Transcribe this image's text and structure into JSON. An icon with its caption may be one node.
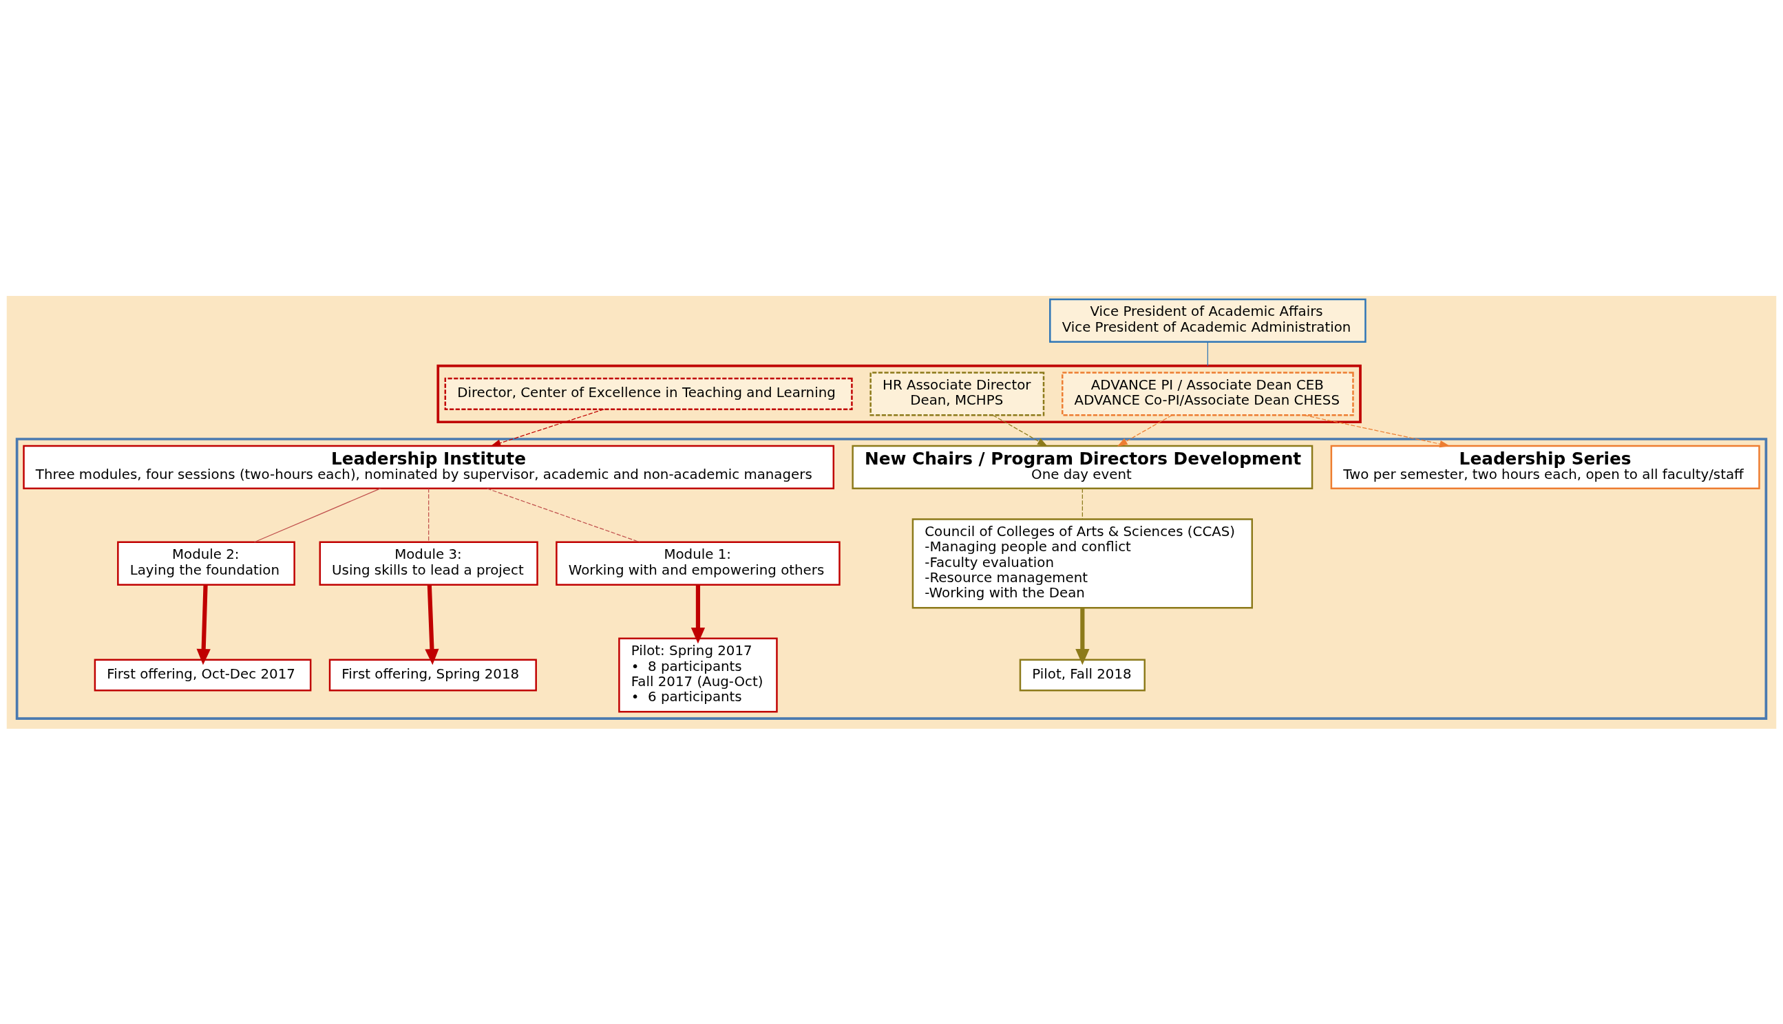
{
  "diagram": {
    "nodes": [
      {
        "text": [
          "Vice President of Academic Affairs",
          "Vice President of Academic Administration"
        ]
      },
      {
        "text": [],
        "shape": "box"
      },
      {
        "text": [
          "ADVANCE PI / Associate Dean CEB",
          "ADVANCE Co-PI/Associate Dean CHESS"
        ],
        "in": 1
      },
      {
        "text": [
          "Director, Center of Excellence in Teaching and Learning"
        ],
        "in": 1
      },
      {
        "text": [
          "HR Associate Director",
          "Dean, MCHPS"
        ],
        "in": 1
      },
      {
        "text": [],
        "shape": "box"
      },
      {
        "text": [
          "Leadership Series",
          "Two per semester, two hours each, open to all faculty/staff"
        ],
        "in": 5
      },
      {
        "text": [
          "Leadership Institute",
          "Three modules, four sessions (two-hours each), nominated by supervisor, academic and non-academic managers"
        ],
        "in": 5
      },
      {
        "text": [
          "New Chairs / Program Directors Development",
          "One day event"
        ],
        "in": 5
      },
      {
        "text": [
          "Module 1:",
          "Working with and empowering others"
        ],
        "in": 5
      },
      {
        "text": [
          "Module 2:",
          "Laying the foundation"
        ],
        "in": 5
      },
      {
        "text": [
          "Module 3:",
          "Using skills to lead a project"
        ],
        "in": 5
      },
      {
        "text": [
          "Pilot: Spring 2017",
          "•  8 participants",
          "Fall 2017 (Aug-Oct)",
          "•  6 participants"
        ],
        "in": 5
      },
      {
        "text": [
          "First offering, Oct-Dec 2017"
        ],
        "in": 5
      },
      {
        "text": [
          "First offering, Spring 2018"
        ],
        "in": 5
      },
      {
        "text": [
          "Council of Colleges of Arts & Sciences (CCAS)",
          "-Managing people and conflict",
          "-Faculty evaluation",
          "-Resource management",
          "-Working with the Dean"
        ],
        "in": 5
      },
      {
        "text": [
          "Pilot, Fall 2018"
        ],
        "in": 5
      }
    ],
    "edges": [
      {
        "from": 0,
        "to": 1,
        "arrow": "none",
        "color": "#2e75b6"
      },
      {
        "from": 2,
        "to": 6,
        "arrow": "to",
        "style": "dashed",
        "color": "#ed7d31"
      },
      {
        "from": 2,
        "to": 8,
        "arrow": "to",
        "style": "dashed",
        "color": "#ed7d31"
      },
      {
        "from": 3,
        "to": 7,
        "arrow": "to",
        "style": "dashed",
        "color": "#c00000"
      },
      {
        "from": 4,
        "to": 8,
        "arrow": "to",
        "style": "dashed",
        "color": "#8c7a1a"
      },
      {
        "from": 7,
        "to": 9,
        "arrow": "none",
        "style": "dashed",
        "color": "#c0504d"
      },
      {
        "from": 7,
        "to": 10,
        "arrow": "none",
        "color": "#c0504d"
      },
      {
        "from": 7,
        "to": 11,
        "arrow": "none",
        "style": "dashed",
        "color": "#c0504d"
      },
      {
        "from": 9,
        "to": 12,
        "arrow": "to",
        "style": "thick",
        "color": "#c00000"
      },
      {
        "from": 10,
        "to": 13,
        "arrow": "to",
        "style": "thick",
        "color": "#c00000"
      },
      {
        "from": 11,
        "to": 14,
        "arrow": "to",
        "style": "thick",
        "color": "#c00000"
      },
      {
        "from": 8,
        "to": 15,
        "arrow": "none",
        "style": "dashed",
        "color": "#8c7a1a"
      },
      {
        "from": 15,
        "to": 16,
        "arrow": "to",
        "style": "thick",
        "color": "#8c7a1a"
      }
    ]
  }
}
